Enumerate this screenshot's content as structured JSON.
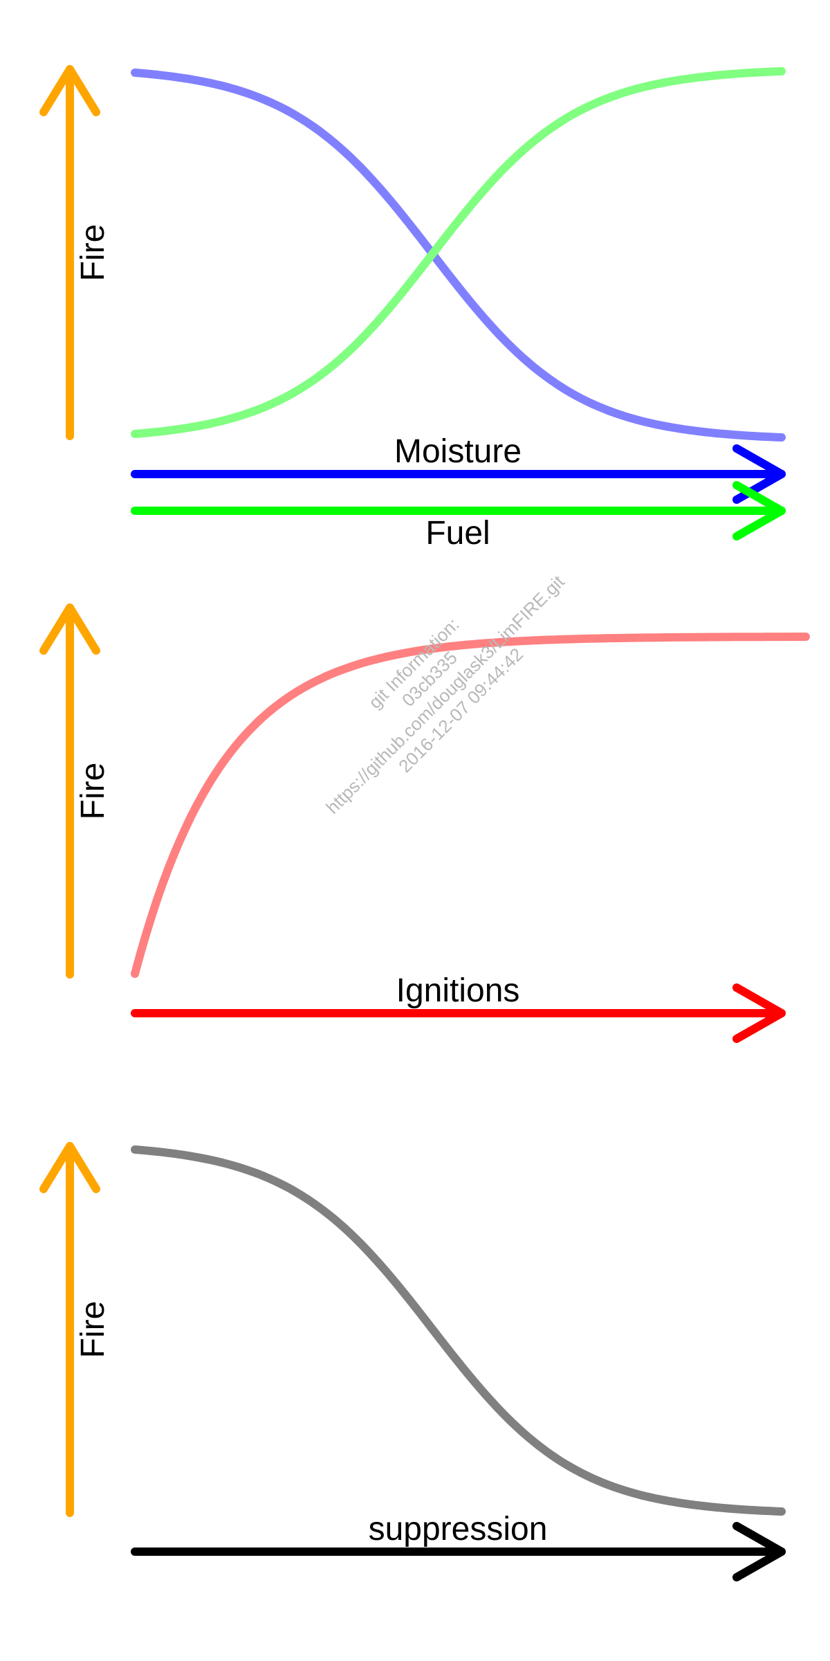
{
  "panels": [
    {
      "y_label": "Fire",
      "x_axes": [
        {
          "label": "Moisture",
          "color": "#0000ff"
        },
        {
          "label": "Fuel",
          "color": "#00ff00"
        }
      ],
      "curves": [
        {
          "shape": "decreasing-sigmoid",
          "color": "#8080ff"
        },
        {
          "shape": "increasing-sigmoid",
          "color": "#80ff80"
        }
      ]
    },
    {
      "y_label": "Fire",
      "x_axes": [
        {
          "label": "Ignitions",
          "color": "#ff0000"
        }
      ],
      "curves": [
        {
          "shape": "saturating-increase",
          "color": "#ff8080"
        }
      ]
    },
    {
      "y_label": "Fire",
      "x_axes": [
        {
          "label": "suppression",
          "color": "#000000"
        }
      ],
      "curves": [
        {
          "shape": "decreasing-sigmoid",
          "color": "#808080"
        }
      ]
    }
  ],
  "y_axis_color": "#ffa500",
  "watermark": {
    "line1": "git Information:",
    "line2": "03cb335",
    "line3": "https://github.com/douglask3/LimFIRE.git",
    "line4": "2016-12-07 09:44:42"
  }
}
